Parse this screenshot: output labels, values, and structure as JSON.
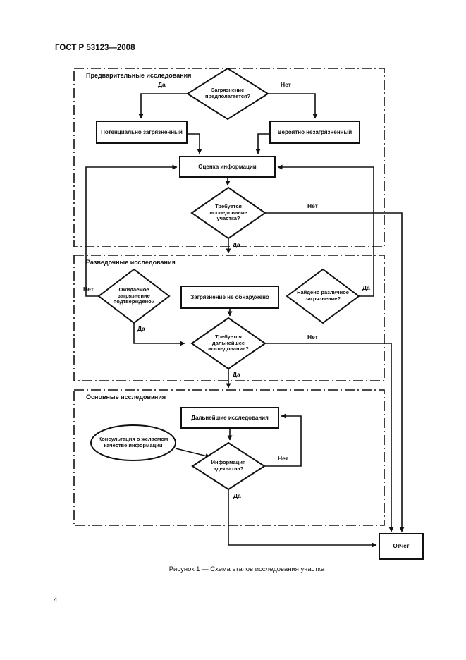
{
  "header": {
    "title": "ГОСТ Р 53123—2008"
  },
  "sections": [
    {
      "label": "Предварительные исследования"
    },
    {
      "label": "Разведочные исследования"
    },
    {
      "label": "Основные исследования"
    }
  ],
  "nodes": {
    "suspected": "Загрязнение предполагается?",
    "potentially_contaminated": "Потенциально загрязненный",
    "probably_clean": "Вероятно незагрязненный",
    "info_assessment": "Оценка информации",
    "site_invest_needed": "Требуется исследование участка?",
    "expected_confirmed": "Ожидаемое загрязнение подтверждено?",
    "not_detected": "Загрязнение не обнаружено",
    "different_found": "Найдено различное загрязнение?",
    "further_needed": "Требуется дальнейшее исследование?",
    "further_invest": "Дальнейшие исследования",
    "consultation": "Консультация о желаемом качестве информации",
    "info_adequate": "Информация адекватна?",
    "report": "Отчет"
  },
  "edge_labels": {
    "yes": "Да",
    "no": "Нет"
  },
  "caption": "Рисунок 1 — Схема этапов исследования участка",
  "page_number": "4",
  "colors": {
    "line": "#111111",
    "background": "#ffffff"
  }
}
